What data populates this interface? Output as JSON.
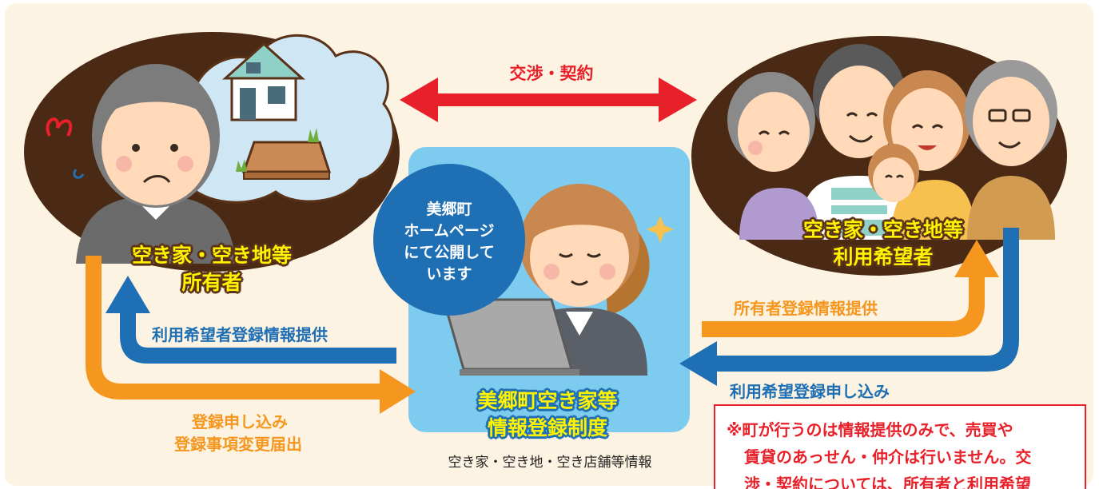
{
  "labels": {
    "negotiation": "交渉・契約",
    "owner_line1": "空き家・空き地等",
    "owner_line2": "所有者",
    "user_line1": "空き家・空き地等",
    "user_line2": "利用希望者",
    "bubble_line1": "美郷町",
    "bubble_line2": "ホームページ",
    "bubble_line3": "にて公開して",
    "bubble_line4": "います",
    "system_line1": "美郷町空き家等",
    "system_line2": "情報登録制度",
    "system_caption": "空き家・空き地・空き店舗等情報",
    "arrow_user_info": "利用希望者登録情報提供",
    "arrow_owner_info": "所有者登録情報提供",
    "arrow_user_apply": "利用希望登録申し込み",
    "arrow_owner_apply_line1": "登録申し込み",
    "arrow_owner_apply_line2": "登録事項変更届出"
  },
  "note": {
    "line1": "※町が行うのは情報提供のみで、売買や",
    "line2": "賃貸のあっせん・仲介は行いません。交",
    "line3": "渉・契約については、所有者と利用希望"
  },
  "colors": {
    "background": "#fdf3e3",
    "negotiation_arrow": "#e8202a",
    "blue_arrow": "#1e6fb3",
    "orange_arrow": "#f5961e",
    "system_panel": "#7ecbf0",
    "bubble": "#1e6fb3",
    "ellipse": "#4a2a15",
    "label_yellow": "#fff200"
  },
  "icons": [
    "owner-person-icon",
    "house-icon",
    "land-icon",
    "family-icon",
    "staff-person-icon",
    "laptop-icon",
    "sparkle-icon"
  ]
}
